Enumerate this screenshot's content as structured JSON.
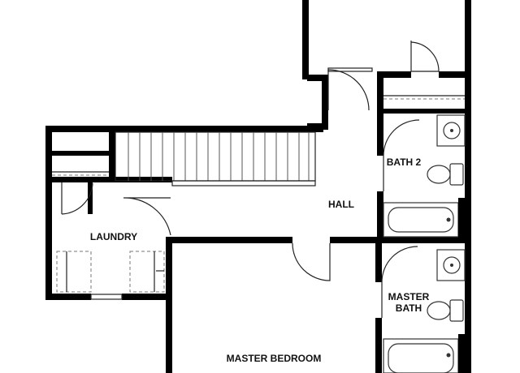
{
  "rooms": {
    "hall": "HALL",
    "bath2": "BATH 2",
    "laundry": "LAUNDRY",
    "master_bath_line1": "MASTER",
    "master_bath_line2": "BATH",
    "master_bedroom": "MASTER BEDROOM"
  },
  "colors": {
    "wall": "#000000",
    "background": "#ffffff"
  },
  "icons": [
    "toilet-icon",
    "sink-icon",
    "bathtub-icon",
    "stairs-icon",
    "washer-icon",
    "dryer-icon"
  ]
}
